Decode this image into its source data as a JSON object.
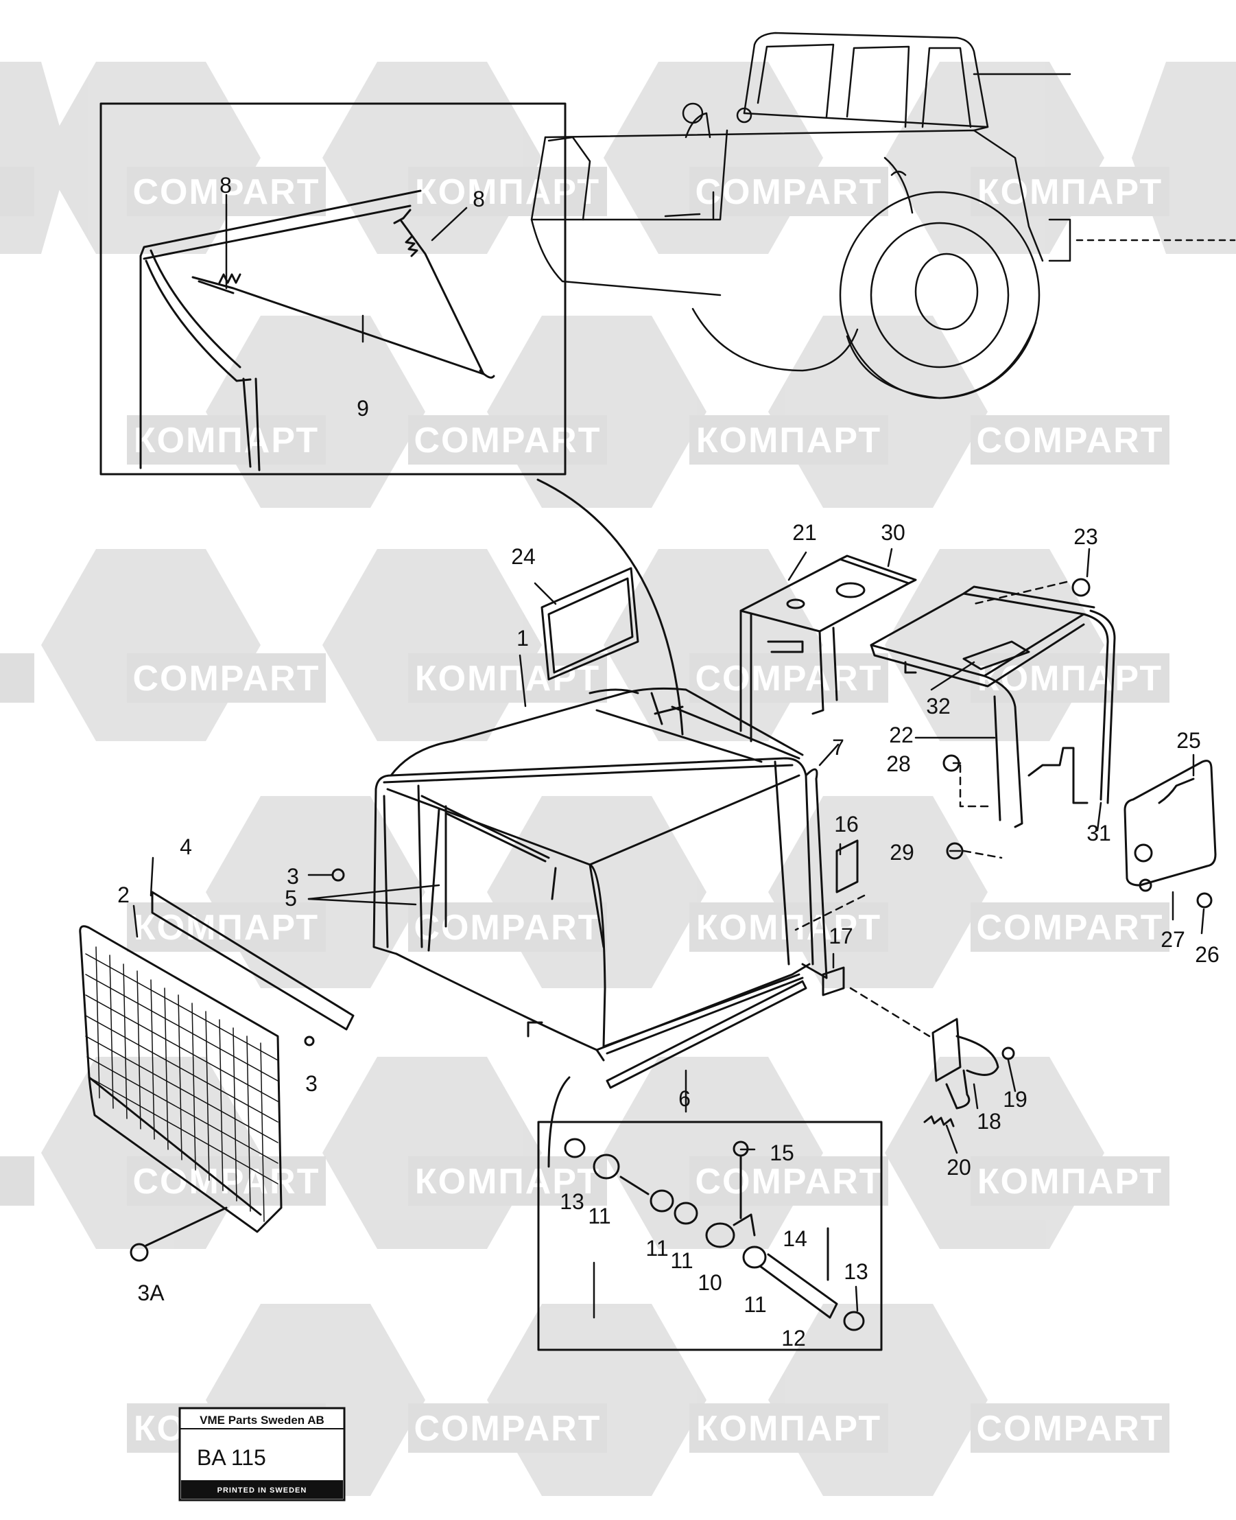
{
  "watermarks": {
    "latin": "COMPART",
    "cyrillic": "КОМПАРТ"
  },
  "callouts": {
    "c1": "1",
    "c2": "2",
    "c3a": "3",
    "c3b": "3",
    "c3A": "3A",
    "c4": "4",
    "c5": "5",
    "c6": "6",
    "c7": "7",
    "c8a": "8",
    "c8b": "8",
    "c9": "9",
    "c10": "10",
    "c11a": "11",
    "c11b": "11",
    "c11c": "11",
    "c11d": "11",
    "c12": "12",
    "c13a": "13",
    "c13b": "13",
    "c14": "14",
    "c15": "15",
    "c16": "16",
    "c17": "17",
    "c18": "18",
    "c19": "19",
    "c20": "20",
    "c21": "21",
    "c22": "22",
    "c23": "23",
    "c24": "24",
    "c25": "25",
    "c26": "26",
    "c27": "27",
    "c28": "28",
    "c29": "29",
    "c30": "30",
    "c31": "31",
    "c32": "32"
  },
  "plate": {
    "company": "VME Parts Sweden AB",
    "code": "BA 115",
    "printed": "PRINTED IN SWEDEN"
  },
  "colors": {
    "line": "#111111",
    "watermark": "#d9d9d9"
  }
}
